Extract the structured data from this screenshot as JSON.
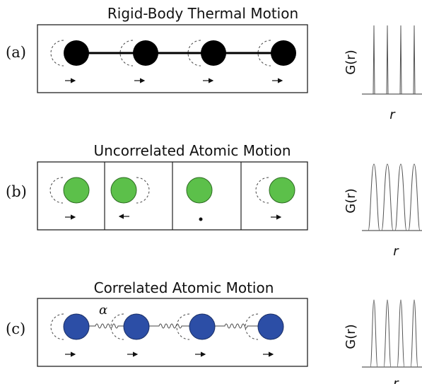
{
  "panels": [
    {
      "label": "(a)",
      "title": "Rigid-Body Thermal Motion",
      "atom_color": "#000000",
      "arrows": [
        "right",
        "right",
        "right",
        "right"
      ],
      "links": "rigid-bar",
      "plot_y_label": "G(r)",
      "plot_x_label": "r",
      "peak_shape": "sharp"
    },
    {
      "label": "(b)",
      "title": "Uncorrelated Atomic Motion",
      "atom_color": "#5cc04a",
      "arrows": [
        "right",
        "left",
        "none",
        "right"
      ],
      "links": "separate-cells",
      "plot_y_label": "G(r)",
      "plot_x_label": "r",
      "peak_shape": "broad"
    },
    {
      "label": "(c)",
      "title": "Correlated Atomic Motion",
      "atom_color": "#2c4ea6",
      "arrows": [
        "right",
        "right",
        "right",
        "right"
      ],
      "links": "springs",
      "spring_label": "α",
      "plot_y_label": "G(r)",
      "plot_x_label": "r",
      "peak_shape": "medium"
    }
  ],
  "icons": {
    "arrow": "right-arrow-icon",
    "dot": "dot-icon"
  }
}
